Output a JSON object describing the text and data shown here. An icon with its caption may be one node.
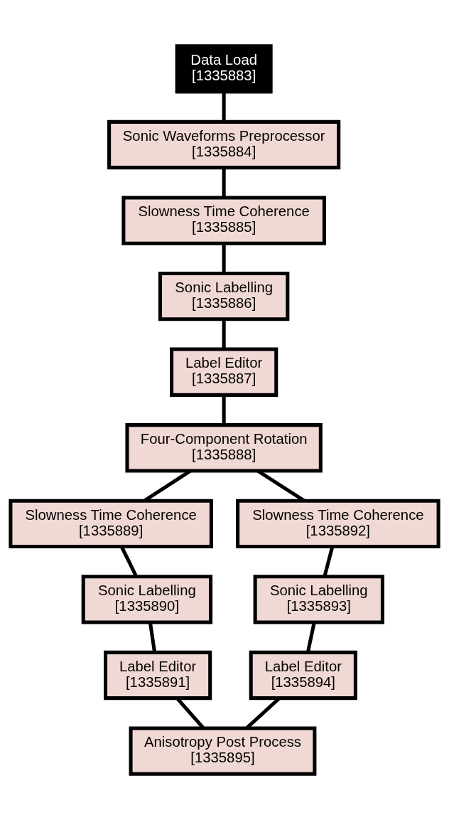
{
  "diagram": {
    "nodes": [
      {
        "text": [
          "Data Load",
          "[1335883]"
        ]
      },
      {
        "text": [
          "Sonic Waveforms Preprocessor",
          "[1335884]"
        ]
      },
      {
        "text": [
          "Slowness Time Coherence",
          "[1335885]"
        ]
      },
      {
        "text": [
          "Sonic Labelling",
          "[1335886]"
        ]
      },
      {
        "text": [
          "Label Editor",
          "[1335887]"
        ]
      },
      {
        "text": [
          "Four-Component Rotation",
          "[1335888]"
        ]
      },
      {
        "text": [
          "Slowness Time Coherence",
          "[1335889]"
        ]
      },
      {
        "text": [
          "Slowness Time Coherence",
          "[1335892]"
        ]
      },
      {
        "text": [
          "Sonic Labelling",
          "[1335890]"
        ]
      },
      {
        "text": [
          "Sonic Labelling",
          "[1335893]"
        ]
      },
      {
        "text": [
          "Label Editor",
          "[1335891]"
        ]
      },
      {
        "text": [
          "Label Editor",
          "[1335894]"
        ]
      },
      {
        "text": [
          "Anisotropy Post Process",
          "[1335895]"
        ]
      }
    ],
    "edges": [
      {
        "from": 0,
        "to": 1,
        "arrow": "none"
      },
      {
        "from": 1,
        "to": 2,
        "arrow": "none"
      },
      {
        "from": 2,
        "to": 3,
        "arrow": "none"
      },
      {
        "from": 3,
        "to": 4,
        "arrow": "none"
      },
      {
        "from": 4,
        "to": 5,
        "arrow": "none"
      },
      {
        "from": 5,
        "to": 6,
        "arrow": "none"
      },
      {
        "from": 5,
        "to": 7,
        "arrow": "none"
      },
      {
        "from": 6,
        "to": 8,
        "arrow": "none"
      },
      {
        "from": 7,
        "to": 9,
        "arrow": "none"
      },
      {
        "from": 8,
        "to": 10,
        "arrow": "none"
      },
      {
        "from": 9,
        "to": 11,
        "arrow": "none"
      },
      {
        "from": 10,
        "to": 12,
        "arrow": "none"
      },
      {
        "from": 11,
        "to": 12,
        "arrow": "none"
      }
    ]
  }
}
